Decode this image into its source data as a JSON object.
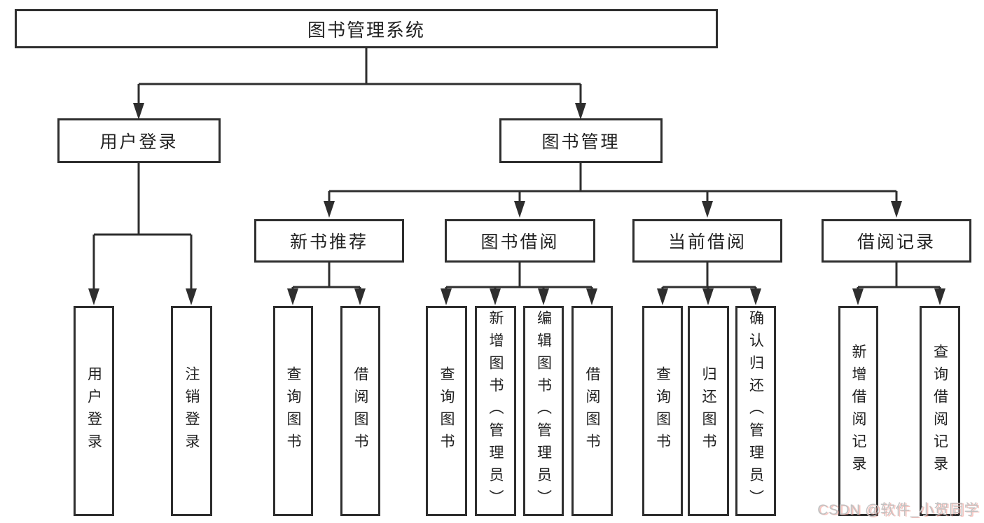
{
  "diagram": {
    "root": {
      "label": "图书管理系统"
    },
    "level2": {
      "user_login": {
        "label": "用户登录"
      },
      "book_management": {
        "label": "图书管理"
      }
    },
    "level3": {
      "new_book_recommendation": {
        "label": "新书推荐"
      },
      "book_borrowing": {
        "label": "图书借阅"
      },
      "current_borrowing": {
        "label": "当前借阅"
      },
      "borrowing_records": {
        "label": "借阅记录"
      }
    },
    "leaves": {
      "user_login": [
        "用户登录",
        "注销登录"
      ],
      "new_book_recommendation": [
        "查询图书",
        "借阅图书"
      ],
      "book_borrowing": [
        "查询图书",
        "新增图书（管理员）",
        "编辑图书（管理员）",
        "借阅图书"
      ],
      "current_borrowing": [
        "查询图书",
        "归还图书",
        "确认归还（管理员）"
      ],
      "borrowing_records": [
        "新增借阅记录",
        "查询借阅记录"
      ]
    }
  },
  "watermark": {
    "text": "CSDN @软件_小贺同学"
  },
  "colors": {
    "line": "#2e2e2e",
    "box_border": "#2e2e2e",
    "text": "#212121",
    "watermark_gray": "#c2c2c2",
    "watermark_pink": "#f0968c"
  }
}
